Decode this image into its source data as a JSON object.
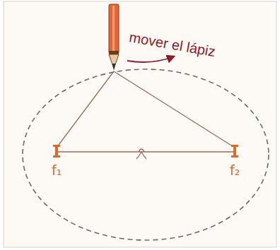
{
  "diagram": {
    "labels": [
      "mover el lápiz",
      "f₁",
      "f₂"
    ]
  }
}
